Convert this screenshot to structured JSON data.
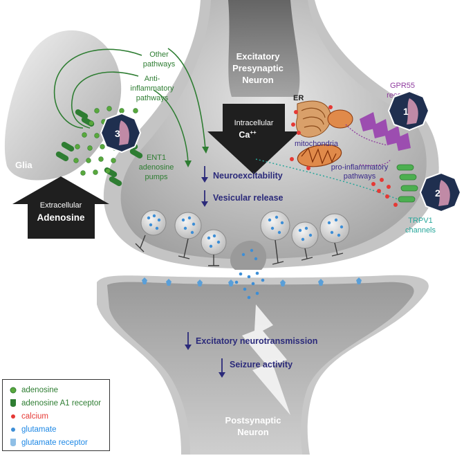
{
  "title_neuron": {
    "line1": "Excitatory",
    "line2": "Presynaptic",
    "line3": "Neuron"
  },
  "postsynaptic": {
    "line1": "Postsynaptic",
    "line2": "Neuron"
  },
  "glia": "Glia",
  "extracellular": {
    "line1": "Extracellular",
    "line2": "Adenosine"
  },
  "intracellular": {
    "line1": "Intracellular",
    "line2": "Ca",
    "sup": "++"
  },
  "other_pathways": {
    "line1": "Other",
    "line2": "pathways"
  },
  "anti_inflammatory": {
    "line1": "Anti-",
    "line2": "inflammatory",
    "line3": "pathways"
  },
  "ent1": {
    "line1": "ENT1",
    "line2": "adenosine",
    "line3": "pumps"
  },
  "er": "ER",
  "mitochondria": "mitochondria",
  "pro_inflammatory": {
    "line1": "pro-inflammatory",
    "line2": "pathways"
  },
  "gpr55": {
    "line1": "GPR55",
    "line2": "receptors"
  },
  "trpv1": {
    "line1": "TRPV1",
    "line2": "channels"
  },
  "effects": {
    "neuroexcitability": "Neuroexcitability",
    "vesicular_release": "Vesicular release",
    "excitatory_neurotransmission": "Excitatory neurotransmission",
    "seizure_activity": "Seizure activity"
  },
  "badges": [
    "1",
    "2",
    "3"
  ],
  "legend": [
    {
      "label": "adenosine",
      "icon": "green-dot",
      "color": "#2e7d32"
    },
    {
      "label": "adenosine A1 receptor",
      "icon": "green-receptor",
      "color": "#2e7d32"
    },
    {
      "label": "calcium",
      "icon": "red-dot",
      "color": "#e53935"
    },
    {
      "label": "glutamate",
      "icon": "blue-dot",
      "color": "#1e88e5"
    },
    {
      "label": "glutamate receptor",
      "icon": "blue-receptor",
      "color": "#1e88e5"
    }
  ],
  "colors": {
    "navy": "#2b2a7a",
    "green": "#2e7d32",
    "purple": "#8e3b9e",
    "teal": "#26a69a",
    "red": "#e53935"
  }
}
